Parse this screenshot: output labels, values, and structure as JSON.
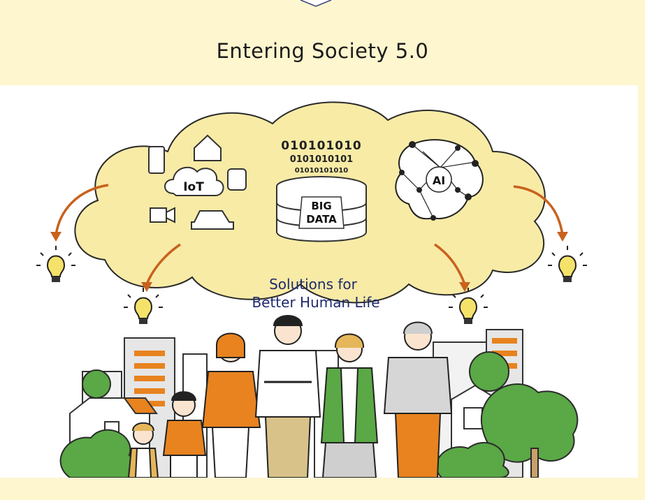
{
  "header": {
    "title": "Entering Society 5.0"
  },
  "cloud": {
    "iot_label": "IoT",
    "binary_line_1": "010101010",
    "binary_line_2": "0101010101",
    "binary_line_3": "01010101010",
    "bigdata_line_1": "BIG",
    "bigdata_line_2": "DATA",
    "ai_label": "AI"
  },
  "caption": {
    "line_1": "Solutions for",
    "line_2": "Better Human Life"
  },
  "colors": {
    "background": "#fdf6cf",
    "cloud_fill": "#f8eba6",
    "arrow": "#c8621e",
    "caption": "#1f2a6e",
    "tree_green": "#5aa846",
    "orange_clothes": "#e8831f"
  }
}
